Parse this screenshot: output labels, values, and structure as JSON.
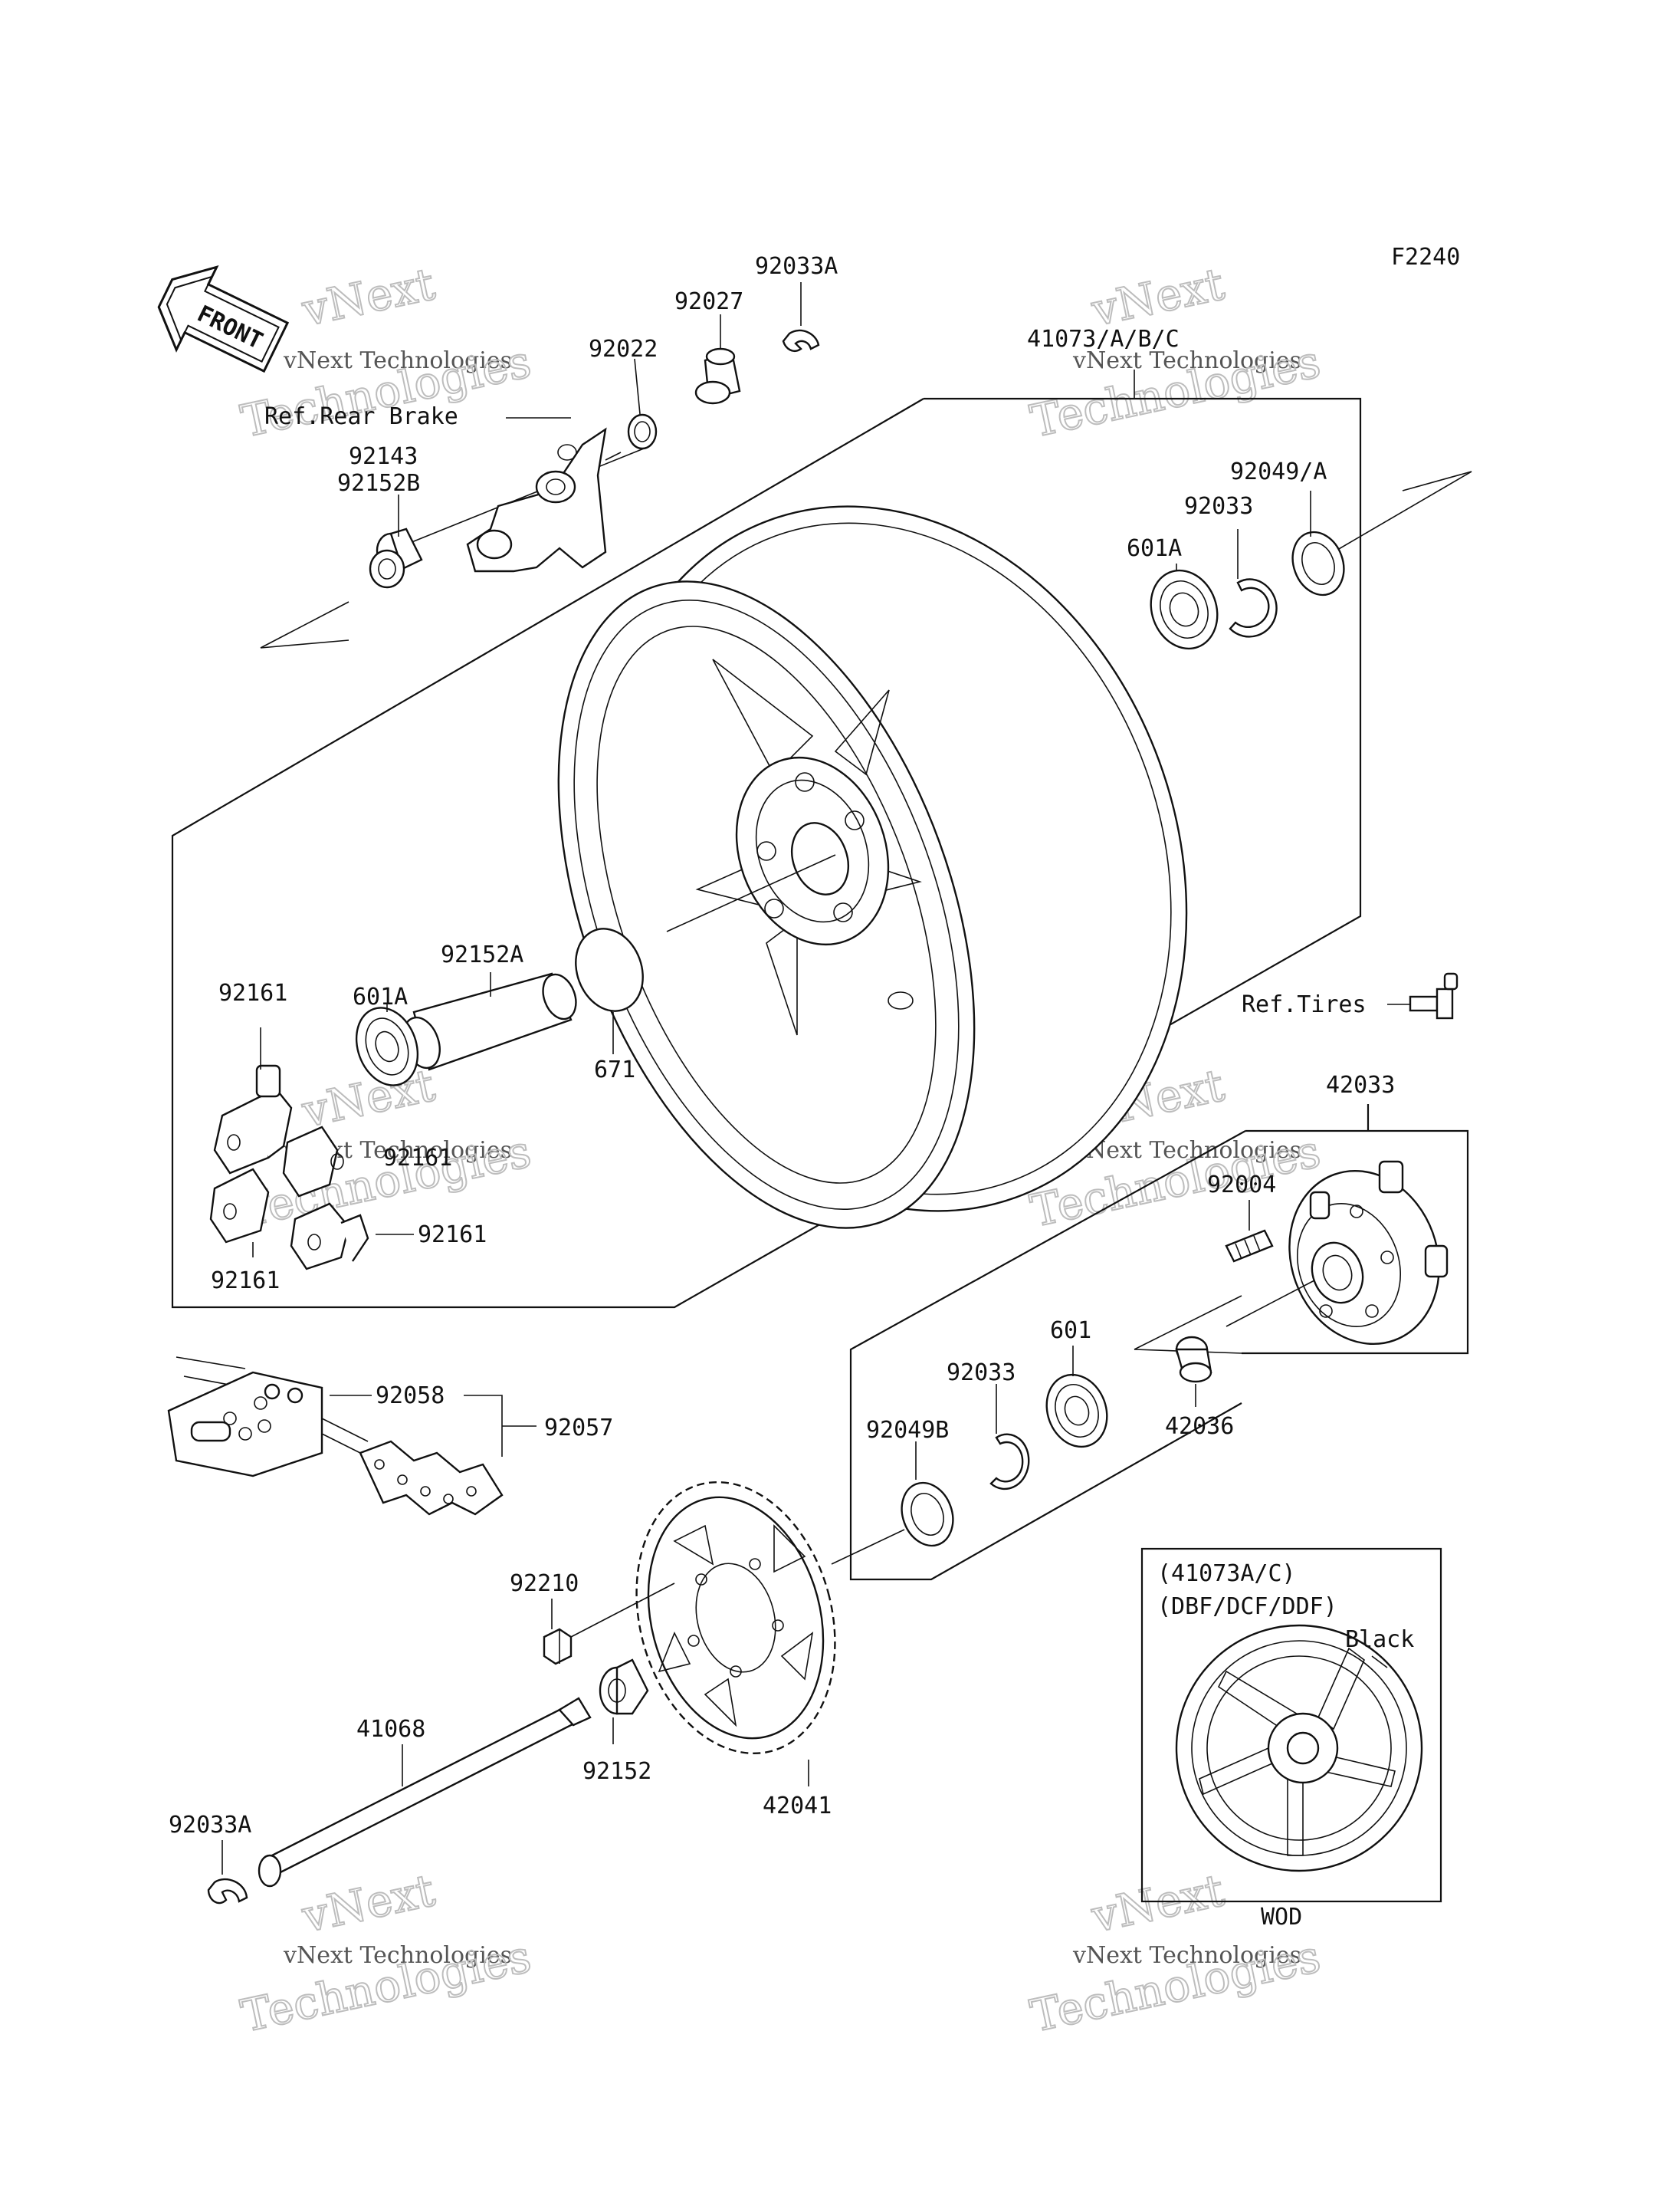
{
  "diagram_code": "F2240",
  "front_arrow": "FRONT",
  "watermark": {
    "line1": "vNext Technologies",
    "line2": "Technologies",
    "line3": "vNext"
  },
  "callouts": {
    "p92033A_top": "92033A",
    "p92027": "92027",
    "p92022": "92022",
    "ref_rear_brake": "Ref.Rear Brake",
    "p92143": "92143",
    "p92152B": "92152B",
    "p41073": "41073/A/B/C",
    "p92049A": "92049/A",
    "p92033_upper": "92033",
    "p601A_upper": "601A",
    "p92152A": "92152A",
    "p92161_a": "92161",
    "p601A_lower": "601A",
    "p671": "671",
    "ref_tires": "Ref.Tires",
    "p92161_b": "92161",
    "p92161_c": "92161",
    "p92161_d": "92161",
    "p42033": "42033",
    "p92004": "92004",
    "p601": "601",
    "p92033_lower": "92033",
    "p92049B": "92049B",
    "p42036": "42036",
    "p92058": "92058",
    "p92057": "92057",
    "p92210": "92210",
    "p41068": "41068",
    "p92152": "92152",
    "p42041": "42041",
    "p92033A_bottom": "92033A"
  },
  "inset": {
    "title_line1": "(41073A/C)",
    "title_line2": "(DBF/DCF/DDF)",
    "color_label": "Black",
    "footer": "WOD"
  }
}
